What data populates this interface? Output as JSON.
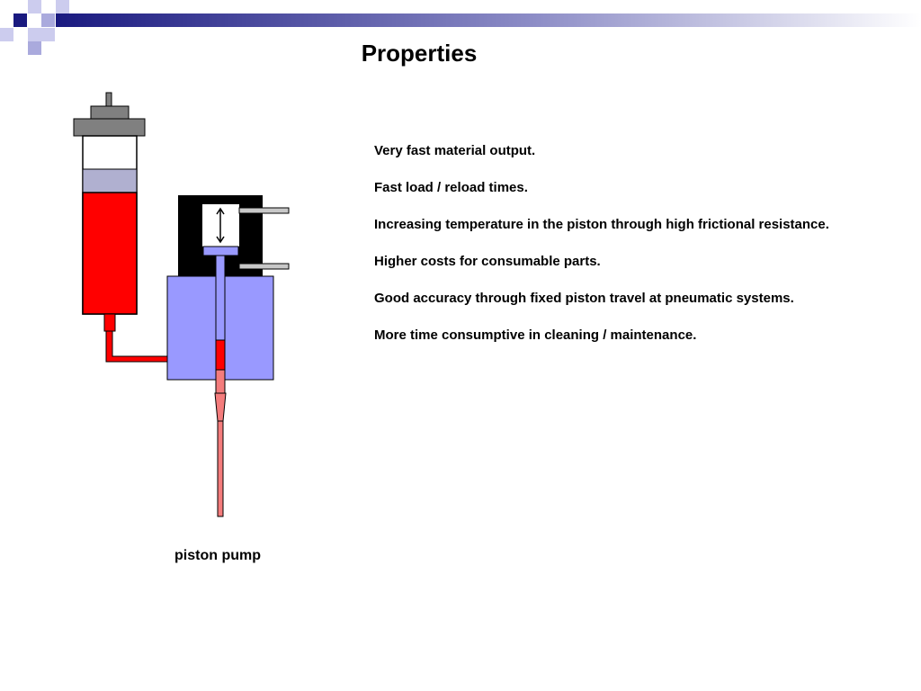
{
  "slide": {
    "title": "Properties",
    "properties": [
      "Very fast material output.",
      "Fast load / reload times.",
      "Increasing temperature in the piston through high frictional resistance.",
      "Higher costs for consumable parts.",
      "Good accuracy through fixed piston travel at pneumatic systems.",
      "More time consumptive in cleaning / maintenance."
    ],
    "diagram_caption": "piston pump"
  },
  "theme": {
    "accent": "#1a1a80",
    "material": "#ff0000",
    "nozzle": "#f47c7c",
    "pump_body": "#9999ff",
    "air_chamber": "#b0b0d0",
    "cap": "#808080"
  }
}
